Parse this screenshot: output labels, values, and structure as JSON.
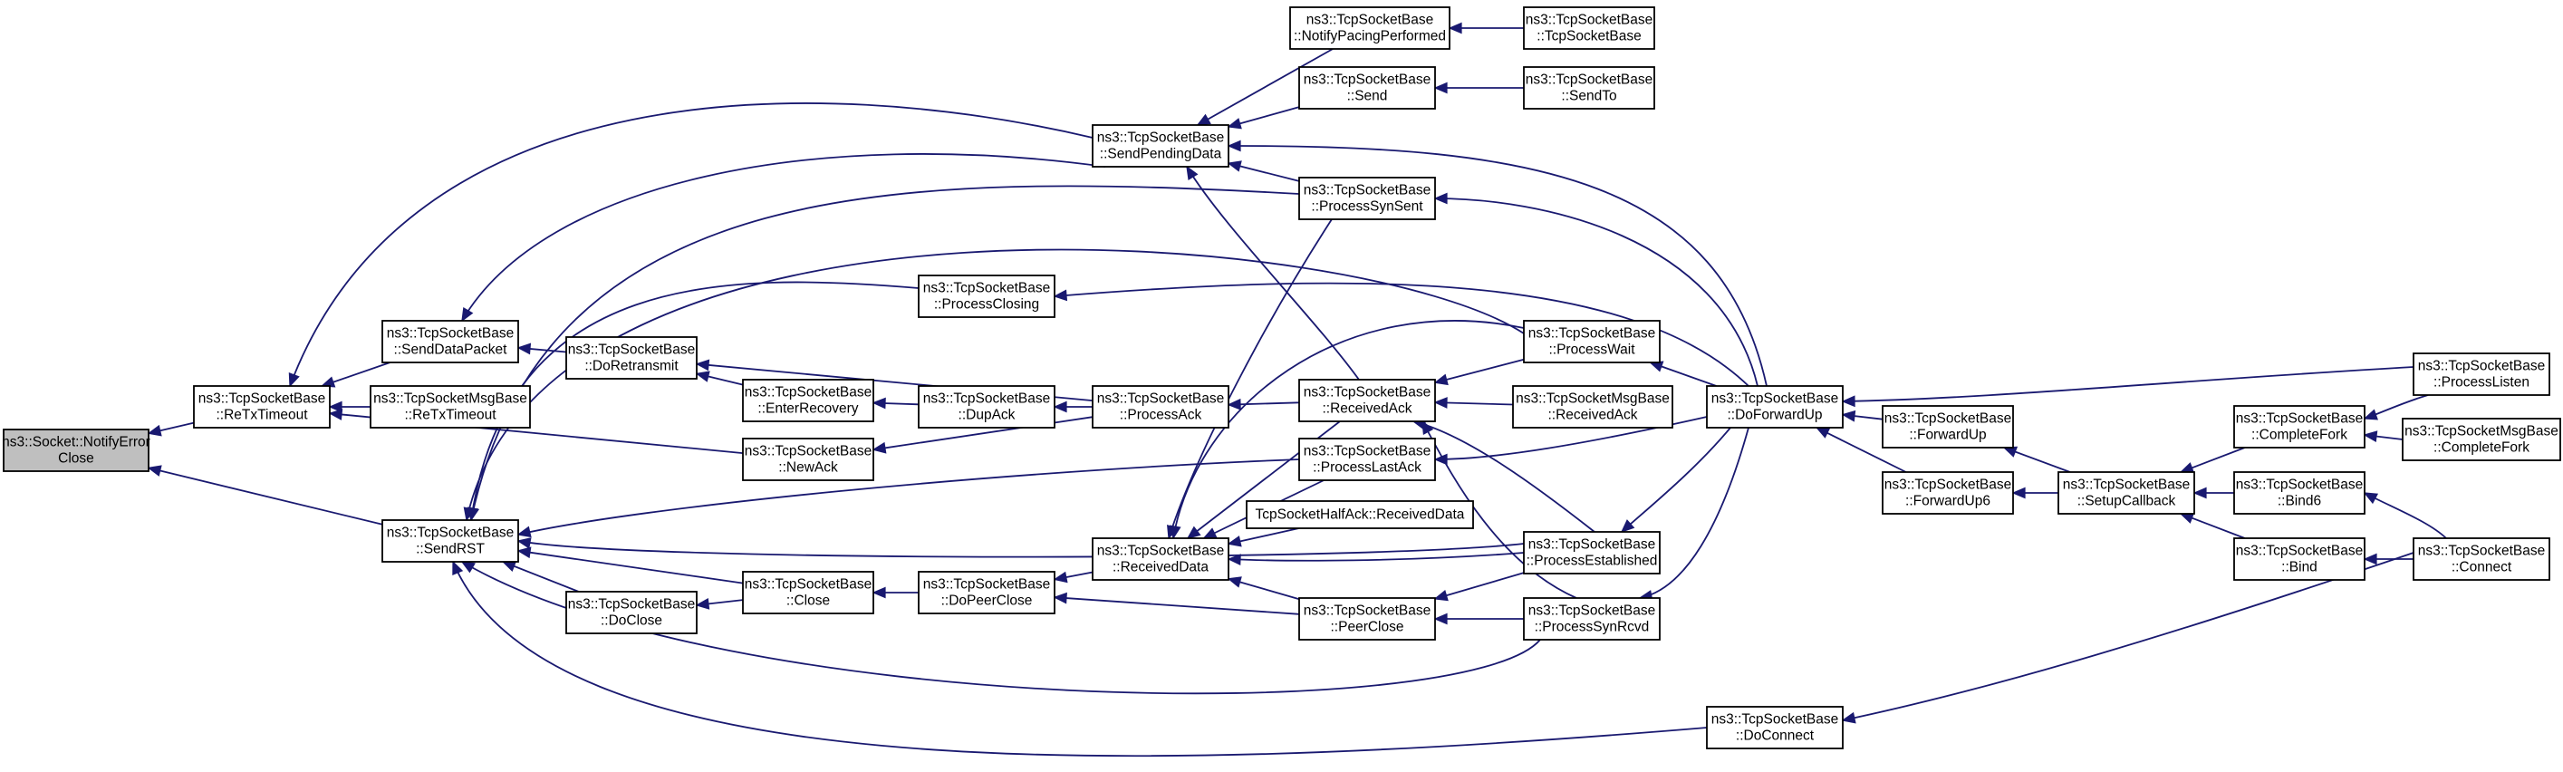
{
  "graph": {
    "type": "caller-graph",
    "colors": {
      "edge": "#191970",
      "node_border": "#000000",
      "node_fill": "#ffffff",
      "root_fill": "#bfbfbf"
    },
    "nodes": [
      {
        "id": "notify_error_close",
        "lines": [
          "ns3::Socket::NotifyError",
          "Close"
        ],
        "root": true
      },
      {
        "id": "retx_timeout",
        "lines": [
          "ns3::TcpSocketBase",
          "::ReTxTimeout"
        ]
      },
      {
        "id": "send_rst",
        "lines": [
          "ns3::TcpSocketBase",
          "::SendRST"
        ]
      },
      {
        "id": "send_data_packet",
        "lines": [
          "ns3::TcpSocketBase",
          "::SendDataPacket"
        ]
      },
      {
        "id": "msgbase_retx_timeout",
        "lines": [
          "ns3::TcpSocketMsgBase",
          "::ReTxTimeout"
        ]
      },
      {
        "id": "do_close",
        "lines": [
          "ns3::TcpSocketBase",
          "::DoClose"
        ]
      },
      {
        "id": "do_retransmit",
        "lines": [
          "ns3::TcpSocketBase",
          "::DoRetransmit"
        ]
      },
      {
        "id": "enter_recovery",
        "lines": [
          "ns3::TcpSocketBase",
          "::EnterRecovery"
        ]
      },
      {
        "id": "new_ack",
        "lines": [
          "ns3::TcpSocketBase",
          "::NewAck"
        ]
      },
      {
        "id": "close",
        "lines": [
          "ns3::TcpSocketBase",
          "::Close"
        ]
      },
      {
        "id": "process_closing",
        "lines": [
          "ns3::TcpSocketBase",
          "::ProcessClosing"
        ]
      },
      {
        "id": "dup_ack",
        "lines": [
          "ns3::TcpSocketBase",
          "::DupAck"
        ]
      },
      {
        "id": "do_peer_close",
        "lines": [
          "ns3::TcpSocketBase",
          "::DoPeerClose"
        ]
      },
      {
        "id": "send_pending_data",
        "lines": [
          "ns3::TcpSocketBase",
          "::SendPendingData"
        ]
      },
      {
        "id": "process_ack",
        "lines": [
          "ns3::TcpSocketBase",
          "::ProcessAck"
        ]
      },
      {
        "id": "received_data",
        "lines": [
          "ns3::TcpSocketBase",
          "::ReceivedData"
        ]
      },
      {
        "id": "notify_pacing",
        "lines": [
          "ns3::TcpSocketBase",
          "::NotifyPacingPerformed"
        ]
      },
      {
        "id": "send",
        "lines": [
          "ns3::TcpSocketBase",
          "::Send"
        ]
      },
      {
        "id": "process_syn_sent",
        "lines": [
          "ns3::TcpSocketBase",
          "::ProcessSynSent"
        ]
      },
      {
        "id": "received_ack",
        "lines": [
          "ns3::TcpSocketBase",
          "::ReceivedAck"
        ]
      },
      {
        "id": "process_last_ack",
        "lines": [
          "ns3::TcpSocketBase",
          "::ProcessLastAck"
        ]
      },
      {
        "id": "half_ack_received_data",
        "lines": [
          "TcpSocketHalfAck::ReceivedData"
        ]
      },
      {
        "id": "peer_close",
        "lines": [
          "ns3::TcpSocketBase",
          "::PeerClose"
        ]
      },
      {
        "id": "tcp_socket_base_ctor",
        "lines": [
          "ns3::TcpSocketBase",
          "::TcpSocketBase"
        ]
      },
      {
        "id": "send_to",
        "lines": [
          "ns3::TcpSocketBase",
          "::SendTo"
        ]
      },
      {
        "id": "process_wait",
        "lines": [
          "ns3::TcpSocketBase",
          "::ProcessWait"
        ]
      },
      {
        "id": "msgbase_received_ack",
        "lines": [
          "ns3::TcpSocketMsgBase",
          "::ReceivedAck"
        ]
      },
      {
        "id": "process_established",
        "lines": [
          "ns3::TcpSocketBase",
          "::ProcessEstablished"
        ]
      },
      {
        "id": "process_syn_rcvd",
        "lines": [
          "ns3::TcpSocketBase",
          "::ProcessSynRcvd"
        ]
      },
      {
        "id": "do_forward_up",
        "lines": [
          "ns3::TcpSocketBase",
          "::DoForwardUp"
        ]
      },
      {
        "id": "do_connect",
        "lines": [
          "ns3::TcpSocketBase",
          "::DoConnect"
        ]
      },
      {
        "id": "forward_up",
        "lines": [
          "ns3::TcpSocketBase",
          "::ForwardUp"
        ]
      },
      {
        "id": "forward_up6",
        "lines": [
          "ns3::TcpSocketBase",
          "::ForwardUp6"
        ]
      },
      {
        "id": "setup_callback",
        "lines": [
          "ns3::TcpSocketBase",
          "::SetupCallback"
        ]
      },
      {
        "id": "complete_fork",
        "lines": [
          "ns3::TcpSocketBase",
          "::CompleteFork"
        ]
      },
      {
        "id": "bind6",
        "lines": [
          "ns3::TcpSocketBase",
          "::Bind6"
        ]
      },
      {
        "id": "bind",
        "lines": [
          "ns3::TcpSocketBase",
          "::Bind"
        ]
      },
      {
        "id": "process_listen",
        "lines": [
          "ns3::TcpSocketBase",
          "::ProcessListen"
        ]
      },
      {
        "id": "msgbase_complete_fork",
        "lines": [
          "ns3::TcpSocketMsgBase",
          "::CompleteFork"
        ]
      },
      {
        "id": "connect",
        "lines": [
          "ns3::TcpSocketBase",
          "::Connect"
        ]
      }
    ],
    "edges": [
      {
        "from": "retx_timeout",
        "to": "notify_error_close"
      },
      {
        "from": "send_rst",
        "to": "notify_error_close"
      },
      {
        "from": "send_data_packet",
        "to": "retx_timeout"
      },
      {
        "from": "msgbase_retx_timeout",
        "to": "retx_timeout"
      },
      {
        "from": "new_ack",
        "to": "retx_timeout"
      },
      {
        "from": "send_pending_data",
        "to": "retx_timeout"
      },
      {
        "from": "do_retransmit",
        "to": "send_data_packet"
      },
      {
        "from": "send_pending_data",
        "to": "send_data_packet"
      },
      {
        "from": "enter_recovery",
        "to": "do_retransmit"
      },
      {
        "from": "process_ack",
        "to": "do_retransmit"
      },
      {
        "from": "dup_ack",
        "to": "enter_recovery"
      },
      {
        "from": "process_ack",
        "to": "dup_ack"
      },
      {
        "from": "process_ack",
        "to": "new_ack"
      },
      {
        "from": "received_ack",
        "to": "process_ack"
      },
      {
        "from": "do_close",
        "to": "send_rst"
      },
      {
        "from": "close",
        "to": "send_rst"
      },
      {
        "from": "close",
        "to": "do_close"
      },
      {
        "from": "do_peer_close",
        "to": "close"
      },
      {
        "from": "received_data",
        "to": "do_peer_close"
      },
      {
        "from": "peer_close",
        "to": "do_peer_close"
      },
      {
        "from": "process_closing",
        "to": "send_rst"
      },
      {
        "from": "process_syn_sent",
        "to": "send_rst"
      },
      {
        "from": "process_last_ack",
        "to": "send_rst"
      },
      {
        "from": "process_wait",
        "to": "send_rst"
      },
      {
        "from": "process_established",
        "to": "send_rst"
      },
      {
        "from": "process_syn_rcvd",
        "to": "send_rst"
      },
      {
        "from": "do_connect",
        "to": "send_rst"
      },
      {
        "from": "notify_pacing",
        "to": "send_pending_data"
      },
      {
        "from": "send",
        "to": "send_pending_data"
      },
      {
        "from": "process_syn_sent",
        "to": "send_pending_data"
      },
      {
        "from": "received_ack",
        "to": "send_pending_data"
      },
      {
        "from": "do_forward_up",
        "to": "send_pending_data"
      },
      {
        "from": "tcp_socket_base_ctor",
        "to": "notify_pacing"
      },
      {
        "from": "send_to",
        "to": "send"
      },
      {
        "from": "do_forward_up",
        "to": "process_syn_sent"
      },
      {
        "from": "do_forward_up",
        "to": "process_closing"
      },
      {
        "from": "process_wait",
        "to": "received_ack"
      },
      {
        "from": "msgbase_received_ack",
        "to": "received_ack"
      },
      {
        "from": "process_established",
        "to": "received_ack"
      },
      {
        "from": "process_syn_rcvd",
        "to": "received_ack"
      },
      {
        "from": "do_forward_up",
        "to": "process_last_ack"
      },
      {
        "from": "do_forward_up",
        "to": "process_wait"
      },
      {
        "from": "do_forward_up",
        "to": "process_established"
      },
      {
        "from": "do_forward_up",
        "to": "process_syn_rcvd"
      },
      {
        "from": "process_syn_sent",
        "to": "received_data"
      },
      {
        "from": "received_ack",
        "to": "received_data"
      },
      {
        "from": "process_last_ack",
        "to": "received_data"
      },
      {
        "from": "process_wait",
        "to": "received_data"
      },
      {
        "from": "half_ack_received_data",
        "to": "received_data"
      },
      {
        "from": "process_established",
        "to": "received_data"
      },
      {
        "from": "peer_close",
        "to": "received_data"
      },
      {
        "from": "process_established",
        "to": "peer_close"
      },
      {
        "from": "process_syn_rcvd",
        "to": "peer_close"
      },
      {
        "from": "forward_up",
        "to": "do_forward_up"
      },
      {
        "from": "forward_up6",
        "to": "do_forward_up"
      },
      {
        "from": "process_listen",
        "to": "do_forward_up"
      },
      {
        "from": "setup_callback",
        "to": "forward_up"
      },
      {
        "from": "setup_callback",
        "to": "forward_up6"
      },
      {
        "from": "complete_fork",
        "to": "setup_callback"
      },
      {
        "from": "bind6",
        "to": "setup_callback"
      },
      {
        "from": "bind",
        "to": "setup_callback"
      },
      {
        "from": "process_listen",
        "to": "complete_fork"
      },
      {
        "from": "msgbase_complete_fork",
        "to": "complete_fork"
      },
      {
        "from": "connect",
        "to": "bind6"
      },
      {
        "from": "connect",
        "to": "bind"
      },
      {
        "from": "connect",
        "to": "do_connect"
      }
    ]
  }
}
